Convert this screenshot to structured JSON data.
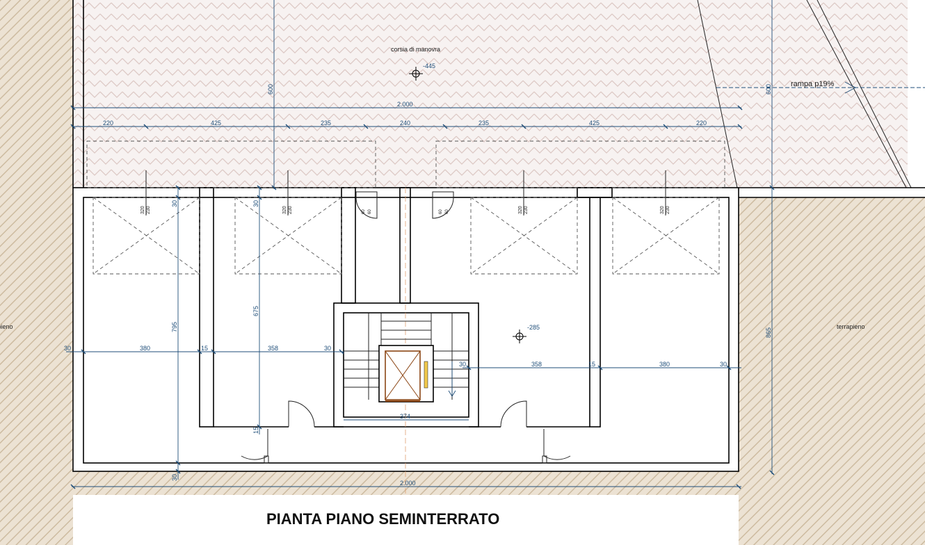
{
  "title": "PIANTA PIANO SEMINTERRATO",
  "labels": {
    "aisle": "corsia di manovra",
    "aisle_level": "-445",
    "ramp": "rampa p19%",
    "fill_left": "terrapieno",
    "fill_right": "terrapieno",
    "floor_level": "-285"
  },
  "dims": {
    "top_total": "2.000",
    "bottom_total": "2.000",
    "aisle_h": "600",
    "right_h_top": "600",
    "right_h_total": "865",
    "top_row": [
      "220",
      "425",
      "235",
      "240",
      "235",
      "425",
      "220"
    ],
    "left_row": [
      "30",
      "380",
      "15",
      "358",
      "30"
    ],
    "right_row": [
      "30",
      "358",
      "15",
      "380",
      "30"
    ],
    "stair_w": "374",
    "v_left_a": "30",
    "v_left_b": "795",
    "v_left_c": "30",
    "v_mid_a": "30",
    "v_mid_b": "675",
    "v_mid_c": "15",
    "box_a": "320",
    "box_b": "230",
    "door_a": "60",
    "door_b": "60"
  },
  "colors": {
    "dimension": "#1f4e79",
    "earth_fill": "#e8dccb",
    "pavement": "#f3ecea"
  }
}
